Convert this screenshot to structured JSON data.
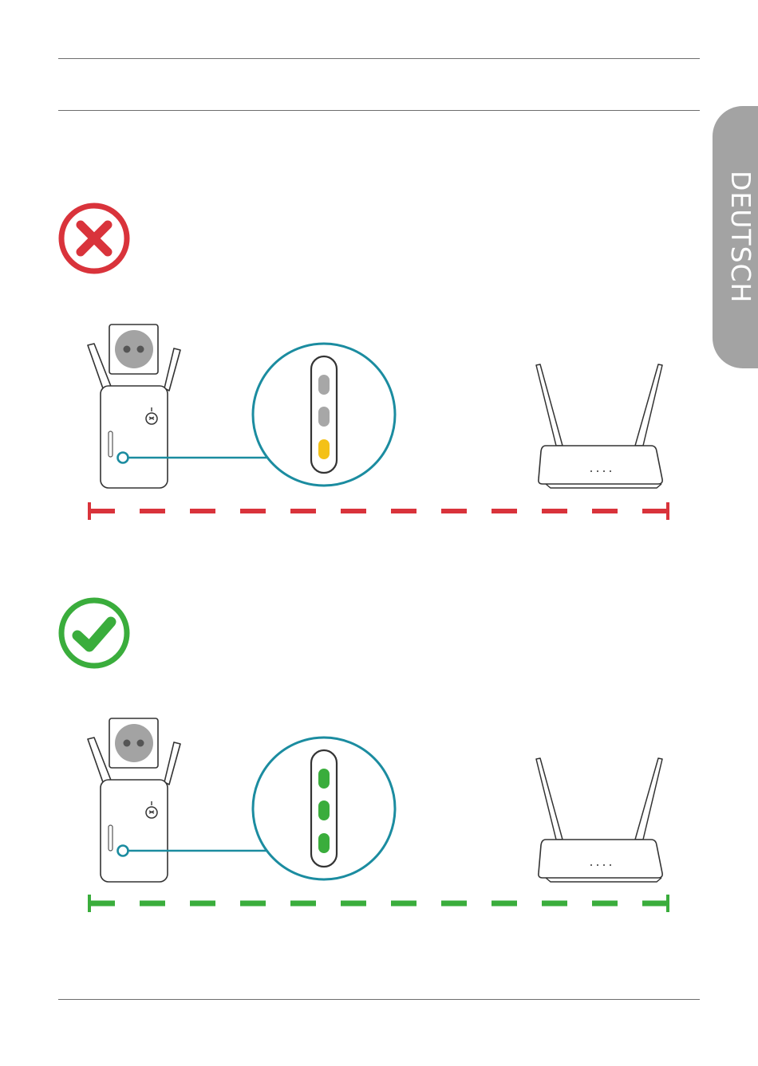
{
  "sidebar": {
    "language": "DEUTSCH"
  },
  "colors": {
    "bad": "#d9333b",
    "good": "#3aad3c",
    "teal": "#1b8ca0",
    "led_off": "#a7a7a7",
    "led_amber": "#f4c117",
    "led_green": "#3aad3c",
    "tab": "#a3a3a3"
  },
  "scenes": [
    {
      "status": "bad",
      "status_icon": "cross-icon",
      "leds": [
        "off",
        "off",
        "amber"
      ],
      "distance_line": "red-dashed"
    },
    {
      "status": "good",
      "status_icon": "check-icon",
      "leds": [
        "green",
        "green",
        "green"
      ],
      "distance_line": "green-dashed"
    }
  ]
}
